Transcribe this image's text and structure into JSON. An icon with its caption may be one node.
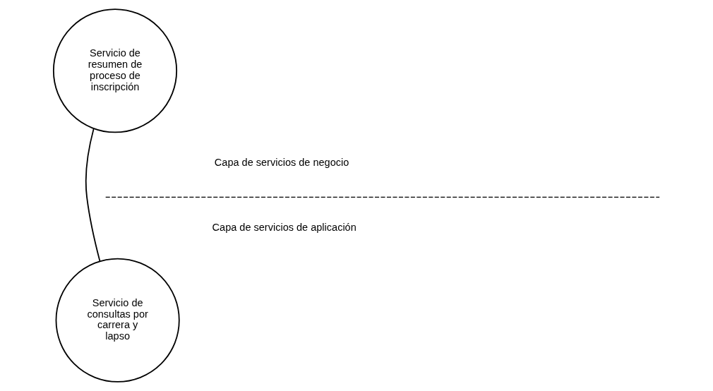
{
  "diagram": {
    "nodes": [
      {
        "text": [
          "Servicio de resumen de proceso de inscripción"
        ]
      },
      {
        "text": [
          "Servicio de consultas por carrera y lapso"
        ]
      }
    ],
    "edges": [
      {
        "from": 0,
        "to": 1,
        "arrow": "none"
      }
    ],
    "labels": [
      "Capa de servicios de negocio",
      "Capa de servicios de aplicación"
    ]
  }
}
